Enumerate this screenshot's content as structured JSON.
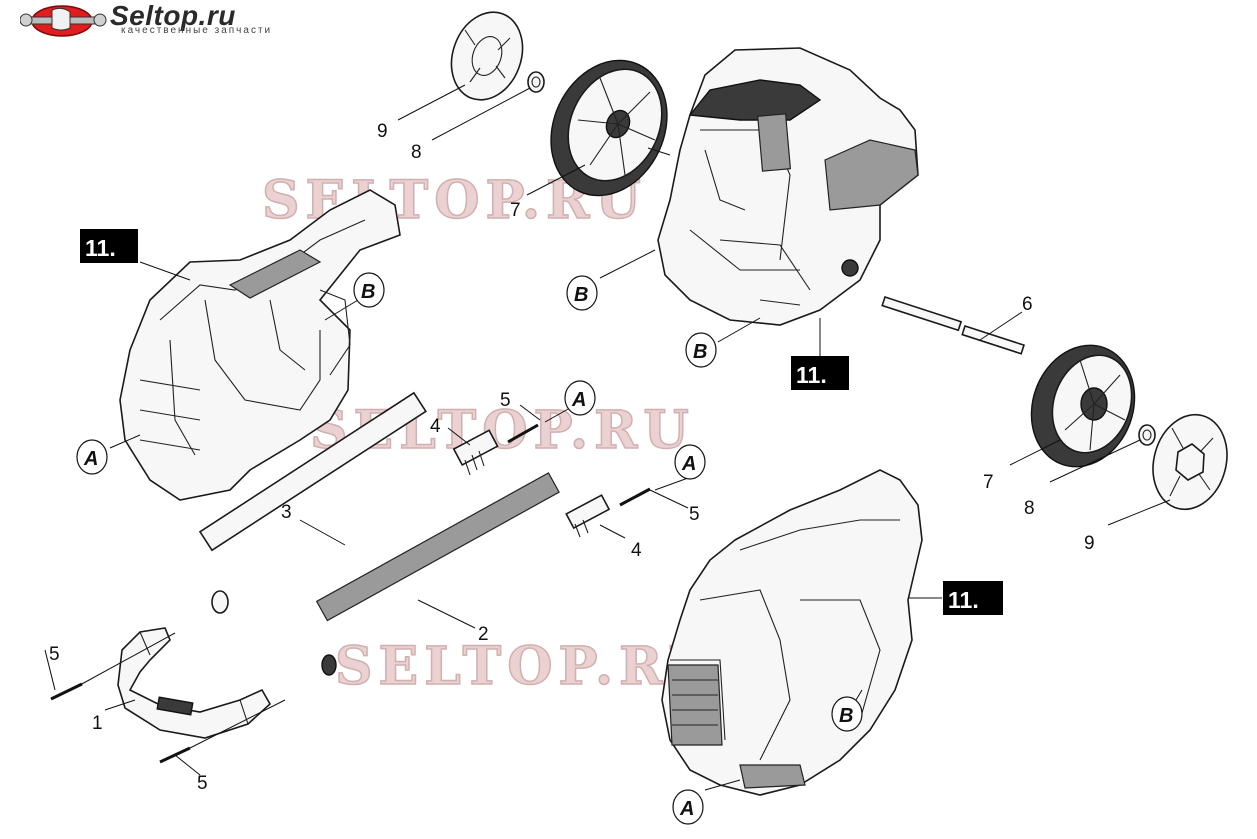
{
  "logo": {
    "name": "Seltop.ru",
    "subtitle": "качественные запчасти"
  },
  "watermark": [
    "SELTOP.RU",
    "SELTOP.RU",
    "SELTOP.RU"
  ],
  "tags": [
    "11.",
    "11.",
    "11."
  ],
  "callouts": {
    "n9a": "9",
    "n8a": "8",
    "n7a": "7",
    "n6": "6",
    "n7b": "7",
    "n8b": "8",
    "n9b": "9",
    "n5a": "5",
    "n4a": "4",
    "n3": "3",
    "n5b": "5",
    "n4b": "4",
    "n2": "2",
    "n5c": "5",
    "n1": "1",
    "n5d": "5"
  },
  "letters": {
    "b1": "B",
    "b2": "B",
    "b3": "B",
    "b4": "B",
    "a1": "A",
    "a2": "A",
    "a3": "A",
    "a4": "A"
  }
}
